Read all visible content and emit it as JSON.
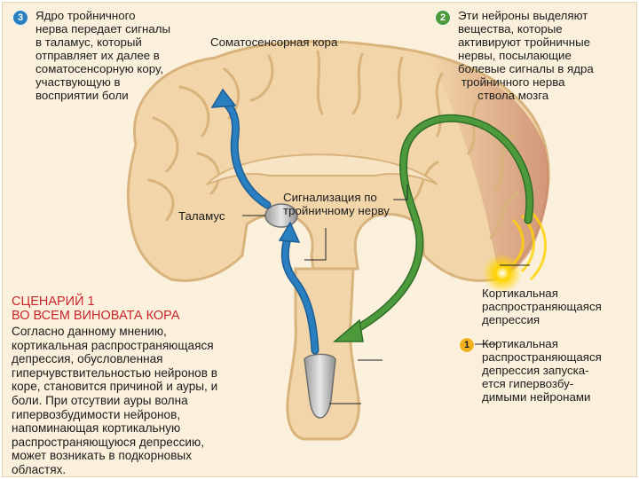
{
  "steps": [
    {
      "number": "3",
      "color": "#2a7fc0",
      "text": "Ядро тройничного\nнерва передает сигналы\nв таламус, который\nотправляет их далее в\nсоматосенсорную кору,\nучаствующую в\nвосприятии боли"
    },
    {
      "number": "2",
      "color": "#4c9a3c",
      "text": "Эти нейроны выделяют\nвещества, которые\nактивируют тройничные\nнервы, посылающие\nболевые сигналы в ядра\n тройничного нерва\n      ствола мозга"
    },
    {
      "number": "1",
      "color": "#f2b21d",
      "text": "Кортикальная\nраспространяющаяся\nдепрессия запуска-\nется гипервозбу-\nдимыми нейронами"
    }
  ],
  "labels": {
    "somatosensory": "Соматосенсорная кора",
    "signaling": "Сигнализация по\nтройничному нерву",
    "thalamus": "Таламус",
    "csd": "Кортикальная\nраспространяющаяся\nдепрессия"
  },
  "scenario": {
    "title": "СЦЕНАРИЙ 1\nВО ВСЕМ ВИНОВАТА КОРА",
    "body": "Согласно данному мнению,\nкортикальная распространяющаяся\nдепрессия, обусловленная\nгиперчувствительностью нейронов в\nкоре, становится причиной и ауры, и\nболи. При отсутвии ауры волна\nгипервозбудимости нейронов,\nнапоминающая кортикальную\nраспространяющуюся депрессию,\nможет возникать в подкорновых\nобластях."
  },
  "colors": {
    "background": "#fbf0db",
    "brain_fill": "#f2d6a9",
    "brain_outline": "#d9b37c",
    "blue_pathway": "#2a7fc0",
    "green_pathway": "#4c9a3c",
    "cortex_red": "#c9826a",
    "csd_glow": "#ffd400",
    "scenario_title": "#c8262c"
  }
}
